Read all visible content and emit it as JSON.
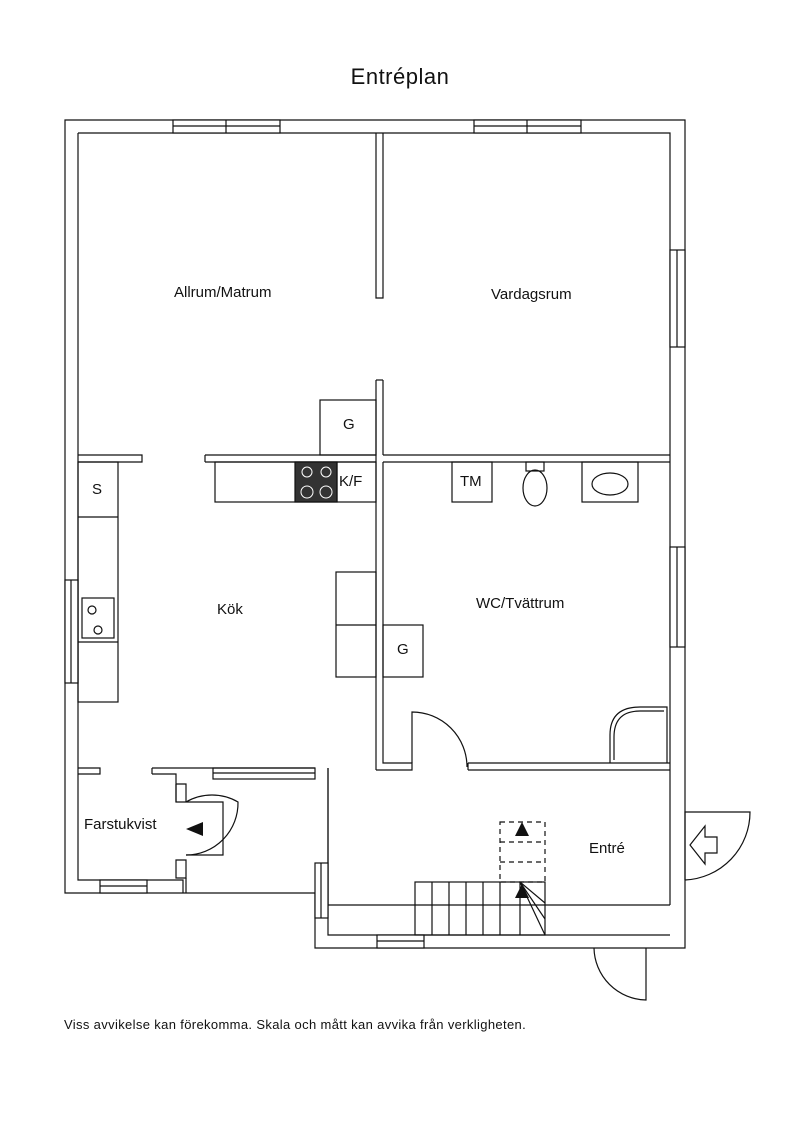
{
  "title": "Entréplan",
  "rooms": {
    "allrum": "Allrum/Matrum",
    "vardagsrum": "Vardagsrum",
    "kok": "Kök",
    "wc": "WC/Tvättrum",
    "farstukvist": "Farstukvist",
    "entre": "Entré"
  },
  "fixtures": {
    "g_upper": "G",
    "g_lower": "G",
    "s": "S",
    "kf": "K/F",
    "tm": "TM"
  },
  "disclaimer": "Viss avvikelse kan förekomma. Skala och mått kan avvika från verkligheten."
}
